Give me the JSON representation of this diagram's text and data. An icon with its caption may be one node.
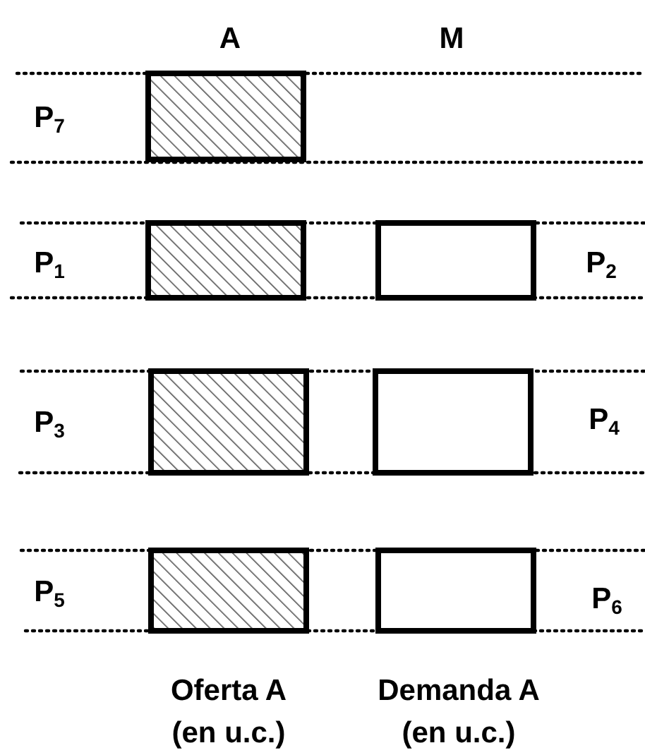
{
  "diagram": {
    "nodes": [
      {
        "text": [],
        "shape": "box"
      },
      {
        "text": [],
        "shape": "box"
      },
      {
        "text": [],
        "shape": "box"
      },
      {
        "text": [],
        "shape": "box"
      },
      {
        "text": [],
        "shape": "box"
      },
      {
        "text": [],
        "shape": "box"
      },
      {
        "text": [],
        "shape": "box"
      }
    ],
    "labels": [
      "A",
      "M",
      "P$_{7}$",
      "P$_{1}$",
      "P$_{2}$",
      "P$_{3}$",
      "P$_{4}$",
      "P$_{5}$",
      "P$_{6}$",
      "Oferta A (en u.c.)",
      "Demanda A (en u.c.)"
    ]
  }
}
